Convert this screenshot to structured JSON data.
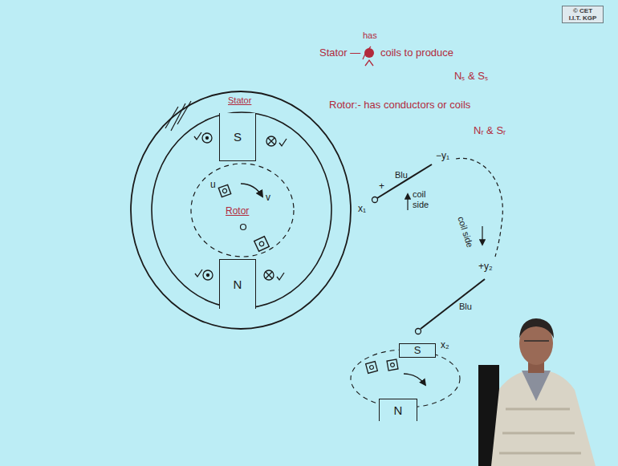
{
  "diagram": {
    "nodes": [
      {
        "text": [
          "S"
        ]
      },
      {
        "text": [
          "N"
        ]
      },
      {
        "text": [
          "© CET",
          "I.I.T. KGP"
        ]
      },
      {
        "text": [
          "S"
        ]
      },
      {
        "text": [
          "N"
        ]
      }
    ],
    "labels": [
      "Stator",
      "Rotor",
      "u",
      "v",
      "Stator —",
      "has",
      "coils to produce",
      "Nₛ & Sₛ",
      "Rotor:- has conductors or coils",
      "Nᵣ & Sᵣ",
      "x₁",
      "+",
      "Blu",
      "−y₁",
      "coil side",
      "coil side",
      "+y₂",
      "Blu",
      "x₂"
    ]
  }
}
